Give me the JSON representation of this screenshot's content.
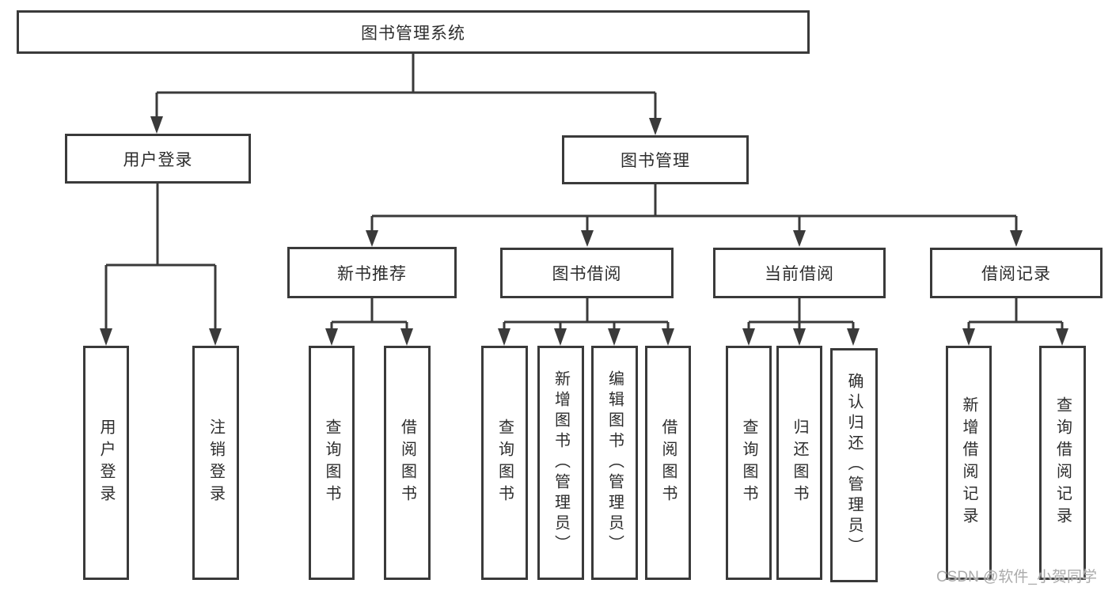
{
  "diagram": {
    "type": "hierarchy-tree",
    "title": "图书管理系统",
    "hierarchy": {
      "root": "图书管理系统",
      "children": [
        {
          "label": "用户登录",
          "children": [
            "用户登录",
            "注销登录"
          ]
        },
        {
          "label": "图书管理",
          "children": [
            {
              "label": "新书推荐",
              "children": [
                "查询图书",
                "借阅图书"
              ]
            },
            {
              "label": "图书借阅",
              "children": [
                "查询图书",
                "新增图书（管理员）",
                "编辑图书（管理员）",
                "借阅图书"
              ]
            },
            {
              "label": "当前借阅",
              "children": [
                "查询图书",
                "归还图书",
                "确认归还（管理员）"
              ]
            },
            {
              "label": "借阅记录",
              "children": [
                "新增借阅记录",
                "查询借阅记录"
              ]
            }
          ]
        }
      ]
    }
  },
  "nodes": {
    "root": "图书管理系统",
    "user_login": "用户登录",
    "book_mgmt": "图书管理",
    "new_book_rec": "新书推荐",
    "book_borrow": "图书借阅",
    "current_borrow": "当前借阅",
    "borrow_record": "借阅记录",
    "leaf_user_login": "用户登录",
    "leaf_logout": "注销登录",
    "leaf_query_book_1": "查询图书",
    "leaf_borrow_book_1": "借阅图书",
    "leaf_query_book_2": "查询图书",
    "leaf_add_book": "新增图书（管理员）",
    "leaf_edit_book": "编辑图书（管理员）",
    "leaf_borrow_book_2": "借阅图书",
    "leaf_query_book_3": "查询图书",
    "leaf_return_book": "归还图书",
    "leaf_confirm_return": "确认归还（管理员）",
    "leaf_add_record": "新增借阅记录",
    "leaf_query_record": "查询借阅记录"
  },
  "watermark": "CSDN @软件_小贺同学",
  "colors": {
    "line": "#3a3a3a",
    "box_border": "#3a3a3a",
    "text": "#2d2d2d",
    "watermark": "#ababab",
    "background": "#ffffff"
  }
}
